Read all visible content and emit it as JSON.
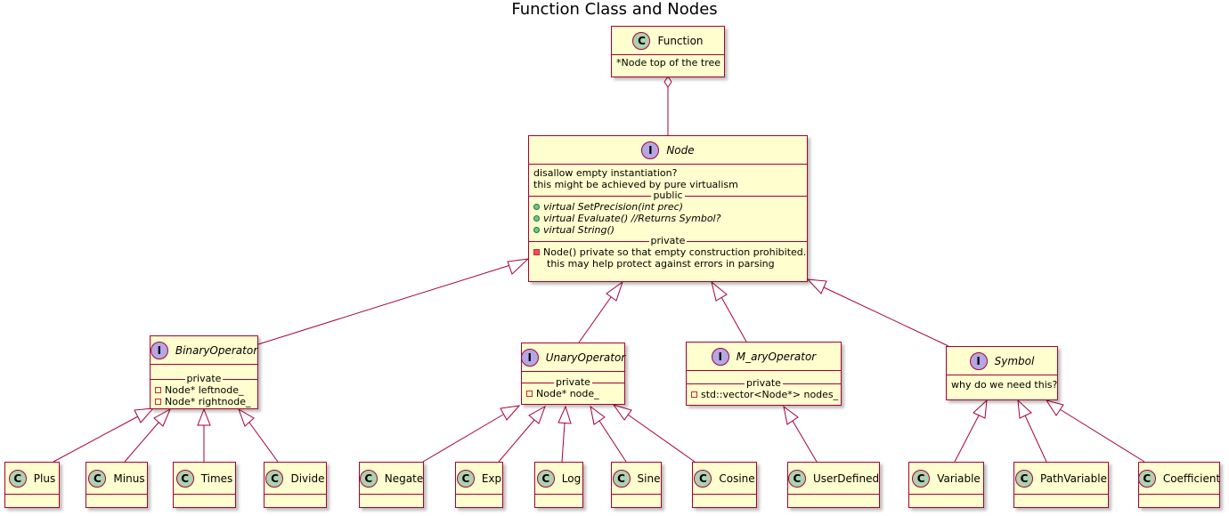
{
  "diagram": {
    "title": "Function Class and Nodes",
    "colors": {
      "box_fill": "#fefece",
      "border": "#a80036",
      "class_icon": "#add1b2",
      "interface_icon": "#b4a7e5"
    },
    "classes": {
      "function": {
        "stereotype": "C",
        "name": "Function",
        "attr": "*Node  top of the tree"
      },
      "node": {
        "stereotype": "I",
        "name": "Node",
        "notes": [
          "disallow empty instantiation?",
          "this might be achieved by pure virtualism"
        ],
        "public_label": "public",
        "public_members": [
          "virtual SetPrecision(int prec)",
          "virtual Evaluate() //Returns Symbol?",
          "virtual String()"
        ],
        "private_label": "private",
        "private_members": [
          "Node()  private so that empty construction prohibited.",
          "this may help protect against errors in parsing"
        ]
      },
      "binary_operator": {
        "stereotype": "I",
        "name": "BinaryOperator",
        "private_label": "private",
        "members": [
          "Node* leftnode_",
          "Node* rightnode_"
        ]
      },
      "unary_operator": {
        "stereotype": "I",
        "name": "UnaryOperator",
        "private_label": "private",
        "members": [
          "Node* node_"
        ]
      },
      "m_ary_operator": {
        "stereotype": "I",
        "name": "M_aryOperator",
        "private_label": "private",
        "members": [
          "std::vector<Node*> nodes_"
        ]
      },
      "symbol": {
        "stereotype": "I",
        "name": "Symbol",
        "note": "why do we need this?"
      },
      "plus": {
        "stereotype": "C",
        "name": "Plus"
      },
      "minus": {
        "stereotype": "C",
        "name": "Minus"
      },
      "times": {
        "stereotype": "C",
        "name": "Times"
      },
      "divide": {
        "stereotype": "C",
        "name": "Divide"
      },
      "negate": {
        "stereotype": "C",
        "name": "Negate"
      },
      "exp": {
        "stereotype": "C",
        "name": "Exp"
      },
      "log": {
        "stereotype": "C",
        "name": "Log"
      },
      "sine": {
        "stereotype": "C",
        "name": "Sine"
      },
      "cosine": {
        "stereotype": "C",
        "name": "Cosine"
      },
      "user_defined": {
        "stereotype": "C",
        "name": "UserDefined"
      },
      "variable": {
        "stereotype": "C",
        "name": "Variable"
      },
      "path_variable": {
        "stereotype": "C",
        "name": "PathVariable"
      },
      "coefficient": {
        "stereotype": "C",
        "name": "Coefficient"
      }
    }
  }
}
